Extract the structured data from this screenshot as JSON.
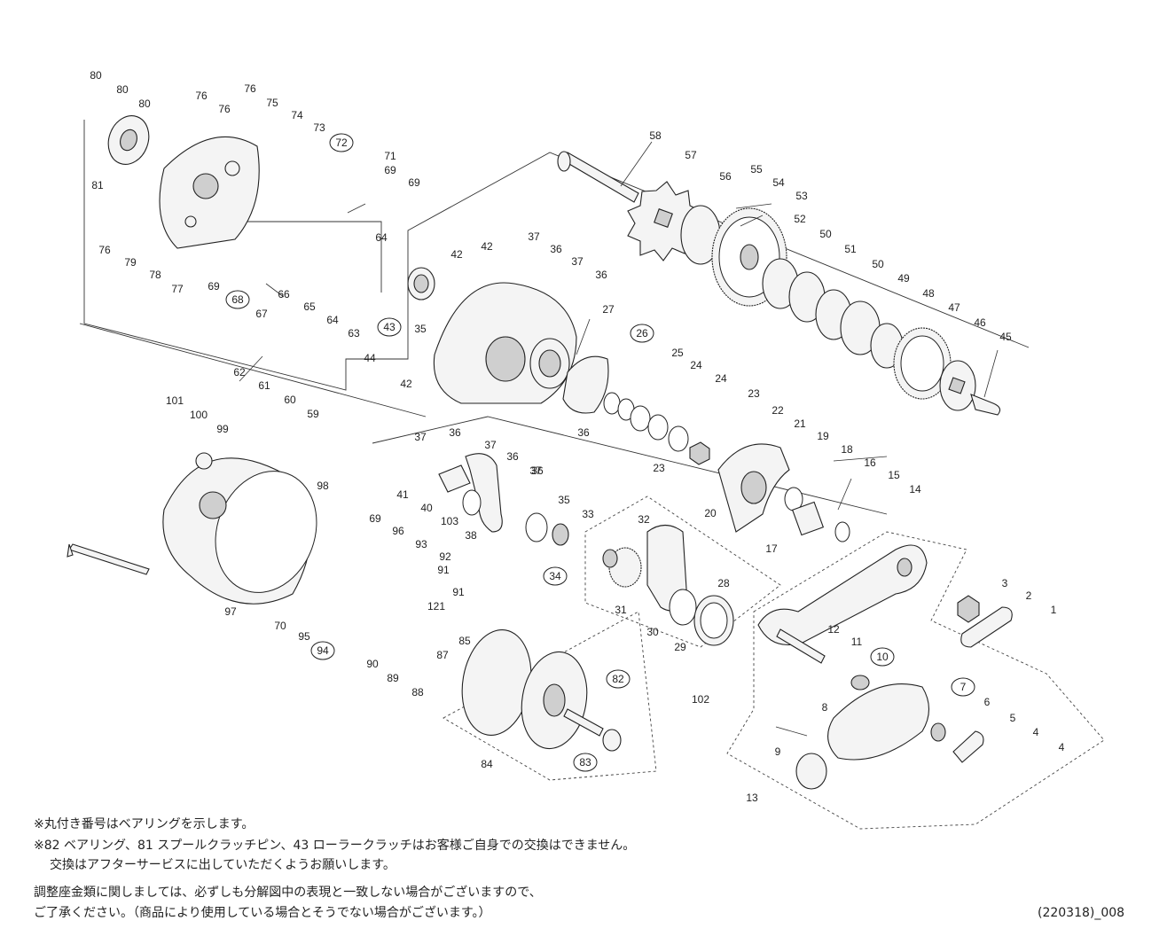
{
  "parts": [
    {
      "num": "1",
      "bearing": false
    },
    {
      "num": "2",
      "bearing": false
    },
    {
      "num": "3",
      "bearing": false
    },
    {
      "num": "4",
      "bearing": false
    },
    {
      "num": "4",
      "bearing": false
    },
    {
      "num": "5",
      "bearing": false
    },
    {
      "num": "6",
      "bearing": false
    },
    {
      "num": "7",
      "bearing": true
    },
    {
      "num": "8",
      "bearing": false
    },
    {
      "num": "9",
      "bearing": false
    },
    {
      "num": "10",
      "bearing": true
    },
    {
      "num": "11",
      "bearing": false
    },
    {
      "num": "12",
      "bearing": false
    },
    {
      "num": "13",
      "bearing": false
    },
    {
      "num": "14",
      "bearing": false
    },
    {
      "num": "15",
      "bearing": false
    },
    {
      "num": "16",
      "bearing": false
    },
    {
      "num": "17",
      "bearing": false
    },
    {
      "num": "18",
      "bearing": false
    },
    {
      "num": "19",
      "bearing": false
    },
    {
      "num": "20",
      "bearing": false
    },
    {
      "num": "21",
      "bearing": false
    },
    {
      "num": "22",
      "bearing": false
    },
    {
      "num": "23",
      "bearing": false
    },
    {
      "num": "23",
      "bearing": false
    },
    {
      "num": "24",
      "bearing": false
    },
    {
      "num": "24",
      "bearing": false
    },
    {
      "num": "25",
      "bearing": false
    },
    {
      "num": "26",
      "bearing": true
    },
    {
      "num": "27",
      "bearing": false
    },
    {
      "num": "28",
      "bearing": false
    },
    {
      "num": "29",
      "bearing": false
    },
    {
      "num": "30",
      "bearing": false
    },
    {
      "num": "31",
      "bearing": false
    },
    {
      "num": "32",
      "bearing": false
    },
    {
      "num": "33",
      "bearing": false
    },
    {
      "num": "34",
      "bearing": true
    },
    {
      "num": "35",
      "bearing": false
    },
    {
      "num": "35",
      "bearing": false
    },
    {
      "num": "36",
      "bearing": false
    },
    {
      "num": "36",
      "bearing": false
    },
    {
      "num": "36",
      "bearing": false
    },
    {
      "num": "36",
      "bearing": false
    },
    {
      "num": "36",
      "bearing": false
    },
    {
      "num": "36",
      "bearing": false
    },
    {
      "num": "37",
      "bearing": false
    },
    {
      "num": "37",
      "bearing": false
    },
    {
      "num": "37",
      "bearing": false
    },
    {
      "num": "37",
      "bearing": false
    },
    {
      "num": "37",
      "bearing": false
    },
    {
      "num": "38",
      "bearing": false
    },
    {
      "num": "40",
      "bearing": false
    },
    {
      "num": "41",
      "bearing": false
    },
    {
      "num": "42",
      "bearing": false
    },
    {
      "num": "42",
      "bearing": false
    },
    {
      "num": "42",
      "bearing": false
    },
    {
      "num": "43",
      "bearing": true
    },
    {
      "num": "44",
      "bearing": false
    },
    {
      "num": "45",
      "bearing": false
    },
    {
      "num": "46",
      "bearing": false
    },
    {
      "num": "47",
      "bearing": false
    },
    {
      "num": "48",
      "bearing": false
    },
    {
      "num": "49",
      "bearing": false
    },
    {
      "num": "50",
      "bearing": false
    },
    {
      "num": "50",
      "bearing": false
    },
    {
      "num": "51",
      "bearing": false
    },
    {
      "num": "52",
      "bearing": false
    },
    {
      "num": "53",
      "bearing": false
    },
    {
      "num": "54",
      "bearing": false
    },
    {
      "num": "55",
      "bearing": false
    },
    {
      "num": "56",
      "bearing": false
    },
    {
      "num": "57",
      "bearing": false
    },
    {
      "num": "58",
      "bearing": false
    },
    {
      "num": "59",
      "bearing": false
    },
    {
      "num": "60",
      "bearing": false
    },
    {
      "num": "61",
      "bearing": false
    },
    {
      "num": "62",
      "bearing": false
    },
    {
      "num": "63",
      "bearing": false
    },
    {
      "num": "64",
      "bearing": false
    },
    {
      "num": "64",
      "bearing": false
    },
    {
      "num": "65",
      "bearing": false
    },
    {
      "num": "66",
      "bearing": false
    },
    {
      "num": "67",
      "bearing": false
    },
    {
      "num": "68",
      "bearing": true
    },
    {
      "num": "69",
      "bearing": false
    },
    {
      "num": "69",
      "bearing": false
    },
    {
      "num": "69",
      "bearing": false
    },
    {
      "num": "69",
      "bearing": false
    },
    {
      "num": "70",
      "bearing": false
    },
    {
      "num": "71",
      "bearing": false
    },
    {
      "num": "72",
      "bearing": true
    },
    {
      "num": "73",
      "bearing": false
    },
    {
      "num": "74",
      "bearing": false
    },
    {
      "num": "75",
      "bearing": false
    },
    {
      "num": "76",
      "bearing": false
    },
    {
      "num": "76",
      "bearing": false
    },
    {
      "num": "76",
      "bearing": false
    },
    {
      "num": "76",
      "bearing": false
    },
    {
      "num": "77",
      "bearing": false
    },
    {
      "num": "78",
      "bearing": false
    },
    {
      "num": "79",
      "bearing": false
    },
    {
      "num": "80",
      "bearing": false
    },
    {
      "num": "80",
      "bearing": false
    },
    {
      "num": "80",
      "bearing": false
    },
    {
      "num": "81",
      "bearing": false
    },
    {
      "num": "82",
      "bearing": true
    },
    {
      "num": "83",
      "bearing": true
    },
    {
      "num": "84",
      "bearing": false
    },
    {
      "num": "85",
      "bearing": false
    },
    {
      "num": "87",
      "bearing": false
    },
    {
      "num": "88",
      "bearing": false
    },
    {
      "num": "89",
      "bearing": false
    },
    {
      "num": "90",
      "bearing": false
    },
    {
      "num": "91",
      "bearing": false
    },
    {
      "num": "91",
      "bearing": false
    },
    {
      "num": "92",
      "bearing": false
    },
    {
      "num": "93",
      "bearing": false
    },
    {
      "num": "94",
      "bearing": true
    },
    {
      "num": "95",
      "bearing": false
    },
    {
      "num": "96",
      "bearing": false
    },
    {
      "num": "97",
      "bearing": false
    },
    {
      "num": "98",
      "bearing": false
    },
    {
      "num": "99",
      "bearing": false
    },
    {
      "num": "100",
      "bearing": false
    },
    {
      "num": "101",
      "bearing": false
    },
    {
      "num": "102",
      "bearing": false
    },
    {
      "num": "103",
      "bearing": false
    },
    {
      "num": "121",
      "bearing": false
    }
  ],
  "notes": {
    "line1": "※丸付き番号はベアリングを示します。",
    "line2": "※82 ベアリング、81 スプールクラッチピン、43 ローラークラッチはお客様ご自身での交換はできません。",
    "line3": "交換はアフターサービスに出していただくようお願いします。",
    "line4": "調整座金類に関しましては、必ずしも分解図中の表現と一致しない場合がございますので、",
    "line5": "ご了承ください。（商品により使用している場合とそうでない場合がございます。）"
  },
  "code": "(220318)_008"
}
